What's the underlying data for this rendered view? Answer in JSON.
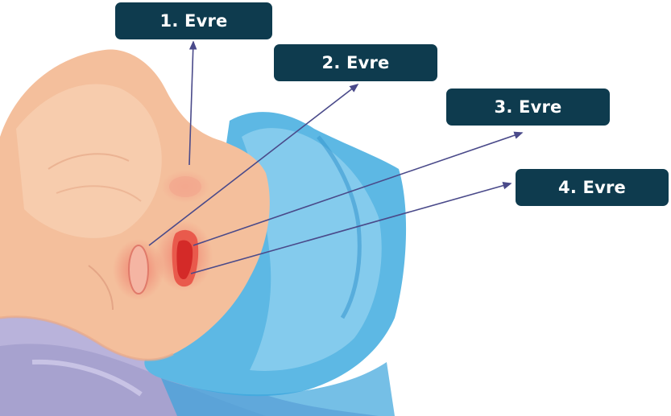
{
  "stages": [
    {
      "label": "1. Evre"
    },
    {
      "label": "2. Evre"
    },
    {
      "label": "3. Evre"
    },
    {
      "label": "4. Evre"
    }
  ],
  "colors": {
    "label_background": "#0e3b4e",
    "label_text": "#ffffff",
    "skin": "#f4bf9c",
    "pillow": "#5db8e4",
    "blanket": "#b9b3db",
    "wound": "#e0453e",
    "pointer_line": "#4a4a8a"
  }
}
